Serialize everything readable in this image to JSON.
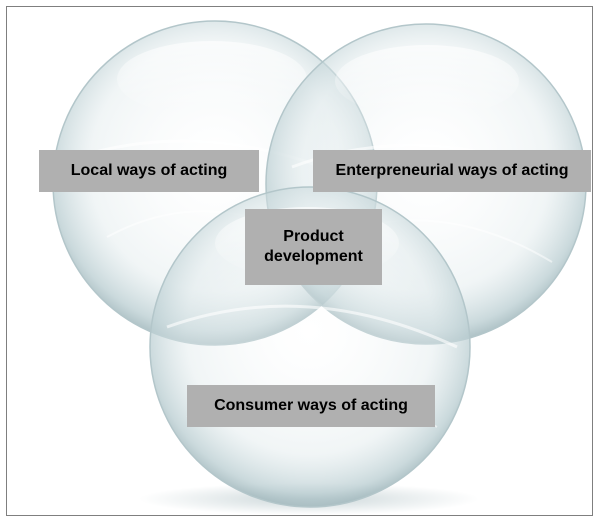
{
  "diagram": {
    "type": "venn",
    "circles": [
      {
        "id": "local",
        "label": "Local ways of acting"
      },
      {
        "id": "entrepreneurial",
        "label": "Enterpreneurial ways of acting"
      },
      {
        "id": "consumer",
        "label": "Consumer ways of acting"
      }
    ],
    "center_label": "Product development",
    "colors": {
      "label_background": "#b0b0b0",
      "bubble_tint": "#c9dadd",
      "border": "#7f7f7f"
    }
  }
}
